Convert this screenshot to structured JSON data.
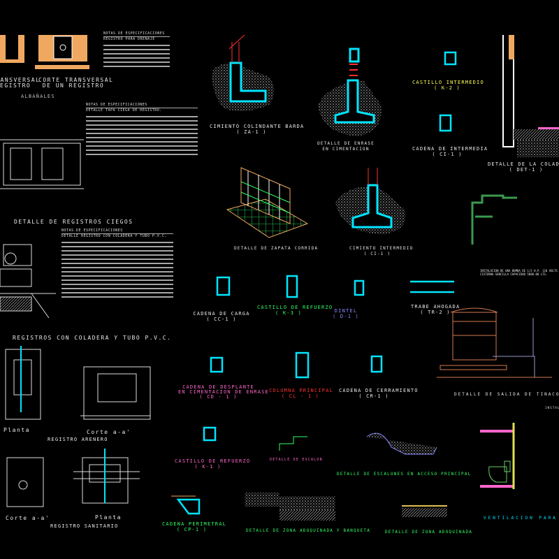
{
  "colors": {
    "background": "#000000",
    "cyan": "#00e5ff",
    "green": "#33ff66",
    "pink": "#ff66cc",
    "red": "#ff3030",
    "yellow": "#ffff55",
    "purple": "#8888ff",
    "orange": "#f0a860",
    "gray": "#bdbdbd"
  },
  "notes": {
    "header_1": "NOTAS DE ESPECIFICACIONES",
    "sub_1": "REGISTRO PARA DRENAJE",
    "header_2": "NOTAS DE ESPECIFICACIONES",
    "sub_2": "DETALLE TAPA CIEGA DE REGISTRO.",
    "header_3": "NOTAS DE ESPECIFICACIONES",
    "sub_3": "DETALLE REGISTRO CON COLADERA Y TUBO P.V.C."
  },
  "labels": {
    "corte_left_1": "CORTE TRANSVERSAL",
    "corte_left_2": "DE UN REGISTRO",
    "corte_1": "CORTE TRANSVERSAL",
    "corte_2": "DE UN REGISTRO",
    "albanales": "ALBAÑALES",
    "registros_ciegos": "DETALLE DE REGISTROS CIEGOS",
    "registros_coladera": "REGISTROS CON COLADERA Y TUBO P.V.C.",
    "planta_1": "Planta",
    "corte_aa_1": "Corte a-a'",
    "registro_arenero": "REGISTRO ARENERO",
    "corte_aa_2": "Corte a-a'",
    "planta_2": "Planta",
    "registro_sanitario": "REGISTRO SANITARIO",
    "cimiento_colindante": "CIMIENTO COLINDANTE BARDA",
    "cimiento_colindante_code": "( ZA-1 )",
    "enrase_1": "DETALLE DE ENRASE",
    "enrase_2": "EN CIMENTACION",
    "castillo_intermedio": "CASTILLO INTERMEDIO",
    "castillo_intermedio_code": "( K-2 )",
    "cadena_intermedia": "CADENA DE INTERMEDIA",
    "cadena_intermedia_code": "( CI-1 )",
    "coladera": "DETALLE DE LA COLADERA",
    "coladera_code": "( DET-1 )",
    "zapata": "DETALLE DE ZAPATA CORRIDA",
    "cimiento_intermedio": "CIMIENTO INTERMEDIO",
    "cimiento_intermedio_code": "( CI-1 )",
    "cadena_carga": "CADENA DE CARGA",
    "cadena_carga_code": "( CC-1 )",
    "castillo_k3": "CASTILLO DE REFUERZO",
    "castillo_k3_code": "( K-3 )",
    "dintel": "DINTEL",
    "dintel_code": "( D-1 )",
    "trabe": "TRABE AHOGADA",
    "trabe_code": "( TR-2 )",
    "bomba_1": "INSTALACION DE UNA BOMBA DE 1/2 H.P. 110 VOLTS",
    "bomba_2": "CISTERNA SENCILLA CAPACIDAD 5000.00 LTS.",
    "tinaco": "DETALLE DE SALIDA DE TINACO",
    "desplante_1": "CADENA DE DESPLANTE",
    "desplante_2": "EN CIMENTACION DE ENRASE",
    "desplante_code": "( CD - 1 )",
    "columna": "COLUMNA PRINCIPAL",
    "columna_code": "( CL - 1 )",
    "cerramiento": "CADENA DE CERRAMIENTO",
    "cerramiento_code": "( CR-1 )",
    "castillo_k1": "CASTILLO DE REFUERZO",
    "castillo_k1_code": "( K-1 )",
    "escalon": "DETALLE DE ESCALON",
    "escalones": "DETALLE DE ESCALONES EN ACCESO PRINCIPAL",
    "perimetral": "CADENA PERIMETRAL",
    "perimetral_code": "( CP-1 )",
    "adoquinada_banqueta": "DETALLE DE ZONA ADOQUINADA Y BANQUETA",
    "adoquinada": "DETALLE DE ZONA ADOQUINADA",
    "ventilacion": "VENTILACION PARA W.C.",
    "instalacion": "INSTALACION"
  }
}
